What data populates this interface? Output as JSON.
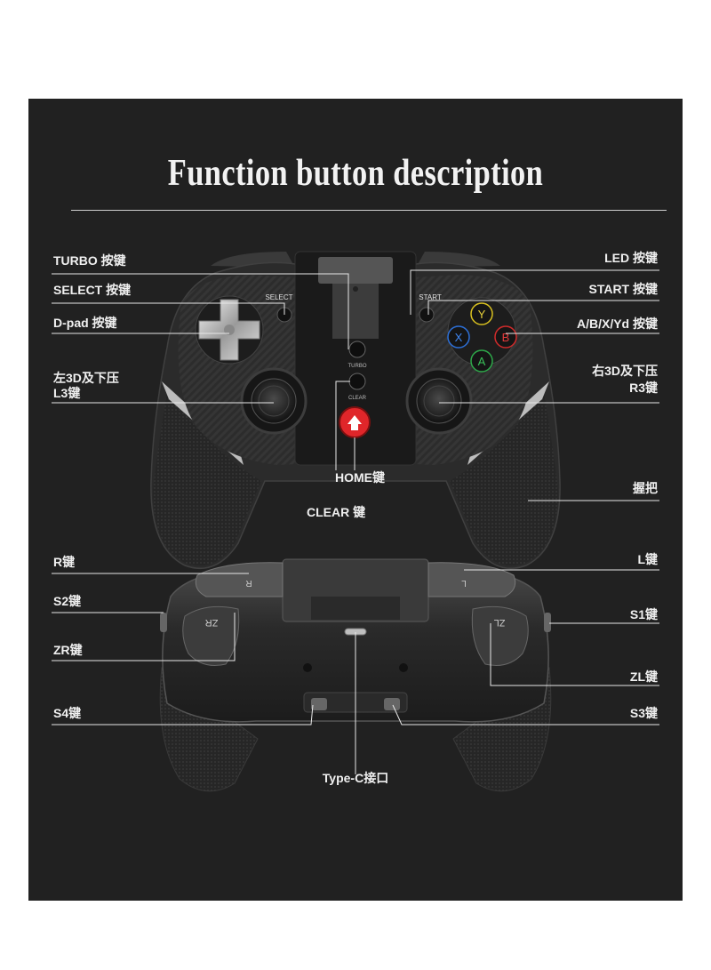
{
  "title": "Function button description",
  "colors": {
    "panel": "#212121",
    "text": "#f0f0f0",
    "controller_body": "#2b2b2b",
    "home_button": "#e0262a"
  },
  "front_labels": {
    "turbo": "TURBO 按键",
    "select": "SELECT 按键",
    "dpad": "D-pad 按键",
    "l3_line1": "左3D及下压",
    "l3_line2": "L3键",
    "led": "LED 按键",
    "start": "START 按键",
    "abxy": "A/B/X/Yd 按键",
    "r3_line1": "右3D及下压",
    "r3_line2": "R3键",
    "home": "HOME键",
    "clear": "CLEAR 键",
    "grip": "握把"
  },
  "back_labels": {
    "r": "R键",
    "s2": "S2键",
    "zr": "ZR键",
    "s4": "S4键",
    "l": "L键",
    "s1": "S1键",
    "zl": "ZL键",
    "s3": "S3键",
    "typec": "Type-C接口"
  },
  "controller_print": {
    "select": "SELECT",
    "start": "START",
    "turbo": "TURBO",
    "clear": "CLEAR",
    "face_y": "Y",
    "face_x": "X",
    "face_b": "B",
    "face_a": "A",
    "back_r": "R",
    "back_zr": "ZR",
    "back_l": "L",
    "back_zl": "ZL"
  }
}
